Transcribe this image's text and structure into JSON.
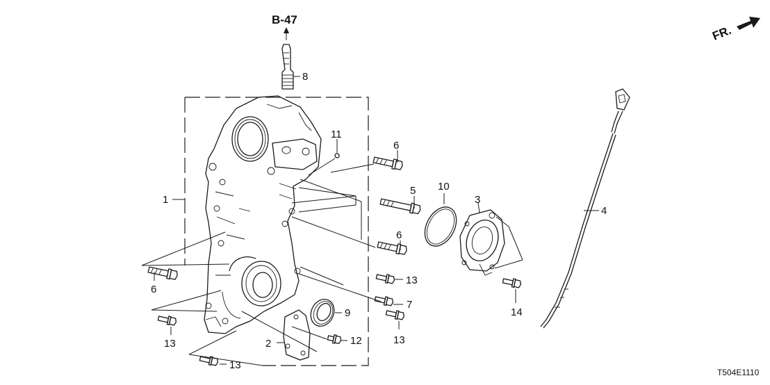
{
  "diagram": {
    "reference_label": "B-47",
    "direction_label": "FR.",
    "drawing_code": "T504E1110",
    "callouts": [
      {
        "id": "c1",
        "label": "1"
      },
      {
        "id": "c2",
        "label": "2"
      },
      {
        "id": "c3",
        "label": "3"
      },
      {
        "id": "c4",
        "label": "4"
      },
      {
        "id": "c5",
        "label": "5"
      },
      {
        "id": "c6a",
        "label": "6"
      },
      {
        "id": "c6b",
        "label": "6"
      },
      {
        "id": "c6c",
        "label": "6"
      },
      {
        "id": "c7",
        "label": "7"
      },
      {
        "id": "c8",
        "label": "8"
      },
      {
        "id": "c9",
        "label": "9"
      },
      {
        "id": "c10",
        "label": "10"
      },
      {
        "id": "c11",
        "label": "11"
      },
      {
        "id": "c12",
        "label": "12"
      },
      {
        "id": "c13a",
        "label": "13"
      },
      {
        "id": "c13b",
        "label": "13"
      },
      {
        "id": "c13c",
        "label": "13"
      },
      {
        "id": "c13d",
        "label": "13"
      },
      {
        "id": "c14",
        "label": "14"
      }
    ]
  }
}
